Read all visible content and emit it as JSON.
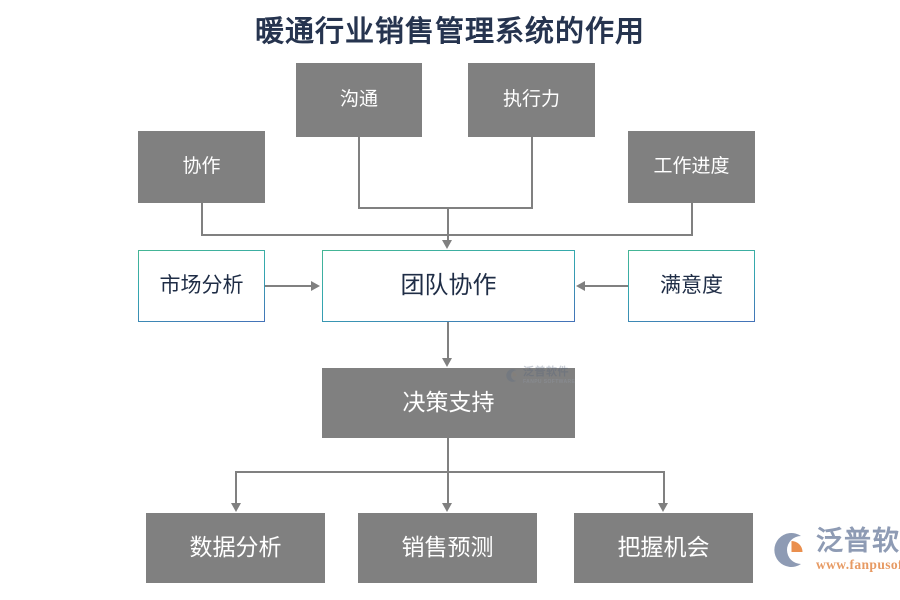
{
  "title": "暖通行业销售管理系统的作用",
  "nodes": {
    "row_top": [
      {
        "id": "collaboration",
        "label": "协作"
      },
      {
        "id": "communication",
        "label": "沟通"
      },
      {
        "id": "execution",
        "label": "执行力"
      },
      {
        "id": "work-progress",
        "label": "工作进度"
      }
    ],
    "row_middle": [
      {
        "id": "market-analysis",
        "label": "市场分析"
      },
      {
        "id": "team-collaboration",
        "label": "团队协作"
      },
      {
        "id": "satisfaction",
        "label": "满意度"
      }
    ],
    "row_decision": [
      {
        "id": "decision-support",
        "label": "决策支持"
      }
    ],
    "row_bottom": [
      {
        "id": "data-analysis",
        "label": "数据分析"
      },
      {
        "id": "sales-forecast",
        "label": "销售预测"
      },
      {
        "id": "seize-opportunity",
        "label": "把握机会"
      }
    ]
  },
  "logo": {
    "name": "泛普软件",
    "url": "www.fanpusoft.com"
  },
  "watermark": {
    "name": "泛普软件",
    "url": "FANPU SOFTWARE"
  },
  "colors": {
    "title": "#26344f",
    "node_fill_gray": "#808080",
    "node_text_light": "#ffffff",
    "node_text_dark": "#1f2d46",
    "node_border_teal": "#3fae8e",
    "node_border_blue": "#4472b8",
    "connector": "#808080",
    "logo_text": "#8e9bb4",
    "logo_url": "#e79a63",
    "background": "#ffffff"
  }
}
